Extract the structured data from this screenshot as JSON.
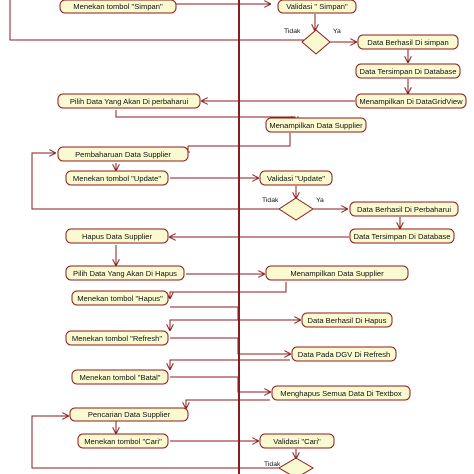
{
  "nodes": {
    "n1": "Menekan tombol \"Simpan\"",
    "n2": "Validasi \" Simpan\"",
    "n3": "Data Berhasil Di simpan",
    "n4": "Data Tersimpan Di Database",
    "n5": "Pilih Data Yang Akan Di perbaharui",
    "n6": "Menampilkan Di DataGridView",
    "n7": "Menampilkan Data Supplier",
    "n8": "Pembaharuan Data Supplier",
    "n9": "Menekan tombol \"Update\"",
    "n10": "Validasi \"Update\"",
    "n11": "Data Berhasil Di Perbaharui",
    "n12": "Hapus Data Supplier",
    "n13": "Data Tersimpan Di Database",
    "n14": "Pilih Data Yang Akan Di Hapus",
    "n15": "Menampilkan Data Supplier",
    "n16": "Menekan tombol \"Hapus\"",
    "n17": "Data Berhasil Di Hapus",
    "n18": "Menekan tombol \"Refresh\"",
    "n19": "Data Pada DGV Di Refresh",
    "n20": "Menekan tombol \"Batal\"",
    "n21": "Menghapus Semua Data Di Textbox",
    "n22": "Pencarian Data Supplier",
    "n23": "Menekan tombol \"Cari\"",
    "n24": "Validasi \"Cari\""
  },
  "guards": {
    "tidak": "Tidak",
    "ya": "Ya"
  },
  "colors": {
    "line": "#8b1d1d",
    "node_fill": "#fbf9cf"
  }
}
